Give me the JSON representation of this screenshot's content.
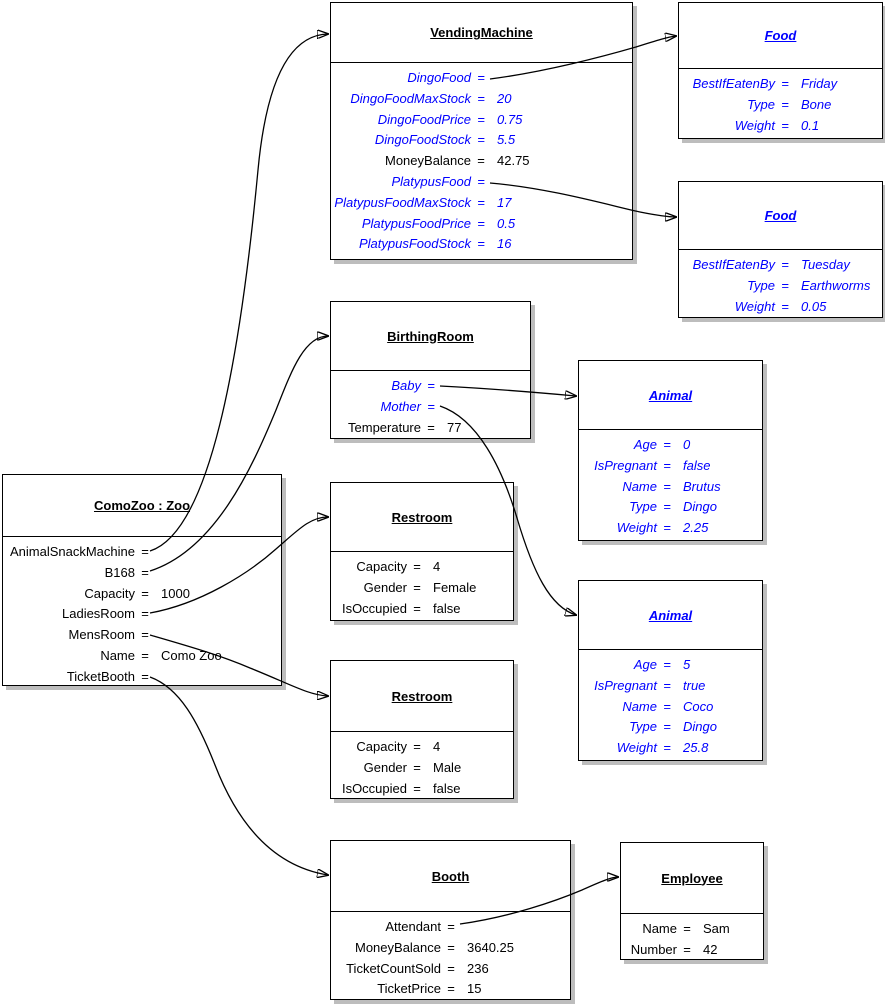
{
  "meta": {
    "equals": "="
  },
  "colors": {
    "plain_text": "#000000",
    "reference_text": "#0000ff",
    "box_background": "#ffffff",
    "box_border": "#000000",
    "box_shadow": "#bdbdbd",
    "connector": "#000000"
  },
  "objects": [
    {
      "id": "vending_machine",
      "title": "VendingMachine",
      "title_style": "plain",
      "fields": [
        {
          "name": "DingoFood",
          "value": "",
          "ref": true
        },
        {
          "name": "DingoFoodMaxStock",
          "value": "20",
          "ref": true
        },
        {
          "name": "DingoFoodPrice",
          "value": "0.75",
          "ref": true
        },
        {
          "name": "DingoFoodStock",
          "value": "5.5",
          "ref": true
        },
        {
          "name": "MoneyBalance",
          "value": "42.75",
          "ref": false
        },
        {
          "name": "PlatypusFood",
          "value": "",
          "ref": true
        },
        {
          "name": "PlatypusFoodMaxStock",
          "value": "17",
          "ref": true
        },
        {
          "name": "PlatypusFoodPrice",
          "value": "0.5",
          "ref": true
        },
        {
          "name": "PlatypusFoodStock",
          "value": "16",
          "ref": true
        }
      ]
    },
    {
      "id": "food_bone",
      "title": "Food",
      "title_style": "ref",
      "fields": [
        {
          "name": "BestIfEatenBy",
          "value": "Friday",
          "ref": true
        },
        {
          "name": "Type",
          "value": "Bone",
          "ref": true
        },
        {
          "name": "Weight",
          "value": "0.1",
          "ref": true
        }
      ]
    },
    {
      "id": "food_earthworms",
      "title": "Food",
      "title_style": "ref",
      "fields": [
        {
          "name": "BestIfEatenBy",
          "value": "Tuesday",
          "ref": true
        },
        {
          "name": "Type",
          "value": "Earthworms",
          "ref": true
        },
        {
          "name": "Weight",
          "value": "0.05",
          "ref": true
        }
      ]
    },
    {
      "id": "birthing_room",
      "title": "BirthingRoom",
      "title_style": "plain",
      "fields": [
        {
          "name": "Baby",
          "value": "",
          "ref": true
        },
        {
          "name": "Mother",
          "value": "",
          "ref": true
        },
        {
          "name": "Temperature",
          "value": "77",
          "ref": false
        }
      ]
    },
    {
      "id": "animal_brutus",
      "title": "Animal",
      "title_style": "ref",
      "fields": [
        {
          "name": "Age",
          "value": "0",
          "ref": true
        },
        {
          "name": "IsPregnant",
          "value": "false",
          "ref": true
        },
        {
          "name": "Name",
          "value": "Brutus",
          "ref": true
        },
        {
          "name": "Type",
          "value": "Dingo",
          "ref": true
        },
        {
          "name": "Weight",
          "value": "2.25",
          "ref": true
        }
      ]
    },
    {
      "id": "como_zoo",
      "title": "ComoZoo : Zoo",
      "title_style": "plain",
      "fields": [
        {
          "name": "AnimalSnackMachine",
          "value": "",
          "ref": false
        },
        {
          "name": "B168",
          "value": "",
          "ref": false
        },
        {
          "name": "Capacity",
          "value": "1000",
          "ref": false
        },
        {
          "name": "LadiesRoom",
          "value": "",
          "ref": false
        },
        {
          "name": "MensRoom",
          "value": "",
          "ref": false
        },
        {
          "name": "Name",
          "value": "Como Zoo",
          "ref": false
        },
        {
          "name": "TicketBooth",
          "value": "",
          "ref": false
        }
      ]
    },
    {
      "id": "restroom_female",
      "title": "Restroom",
      "title_style": "plain",
      "fields": [
        {
          "name": "Capacity",
          "value": "4",
          "ref": false
        },
        {
          "name": "Gender",
          "value": "Female",
          "ref": false
        },
        {
          "name": "IsOccupied",
          "value": "false",
          "ref": false
        }
      ]
    },
    {
      "id": "animal_coco",
      "title": "Animal",
      "title_style": "ref",
      "fields": [
        {
          "name": "Age",
          "value": "5",
          "ref": true
        },
        {
          "name": "IsPregnant",
          "value": "true",
          "ref": true
        },
        {
          "name": "Name",
          "value": "Coco",
          "ref": true
        },
        {
          "name": "Type",
          "value": "Dingo",
          "ref": true
        },
        {
          "name": "Weight",
          "value": "25.8",
          "ref": true
        }
      ]
    },
    {
      "id": "restroom_male",
      "title": "Restroom",
      "title_style": "plain",
      "fields": [
        {
          "name": "Capacity",
          "value": "4",
          "ref": false
        },
        {
          "name": "Gender",
          "value": "Male",
          "ref": false
        },
        {
          "name": "IsOccupied",
          "value": "false",
          "ref": false
        }
      ]
    },
    {
      "id": "booth",
      "title": "Booth",
      "title_style": "plain",
      "fields": [
        {
          "name": "Attendant",
          "value": "",
          "ref": false
        },
        {
          "name": "MoneyBalance",
          "value": "3640.25",
          "ref": false
        },
        {
          "name": "TicketCountSold",
          "value": "236",
          "ref": false
        },
        {
          "name": "TicketPrice",
          "value": "15",
          "ref": false
        }
      ]
    },
    {
      "id": "employee",
      "title": "Employee",
      "title_style": "plain",
      "fields": [
        {
          "name": "Name",
          "value": "Sam",
          "ref": false
        },
        {
          "name": "Number",
          "value": "42",
          "ref": false
        }
      ]
    }
  ],
  "connections": [
    {
      "from_object": "como_zoo",
      "from_field": "AnimalSnackMachine",
      "to_object": "vending_machine"
    },
    {
      "from_object": "como_zoo",
      "from_field": "B168",
      "to_object": "birthing_room"
    },
    {
      "from_object": "como_zoo",
      "from_field": "LadiesRoom",
      "to_object": "restroom_female"
    },
    {
      "from_object": "como_zoo",
      "from_field": "MensRoom",
      "to_object": "restroom_male"
    },
    {
      "from_object": "como_zoo",
      "from_field": "TicketBooth",
      "to_object": "booth"
    },
    {
      "from_object": "vending_machine",
      "from_field": "DingoFood",
      "to_object": "food_bone"
    },
    {
      "from_object": "vending_machine",
      "from_field": "PlatypusFood",
      "to_object": "food_earthworms"
    },
    {
      "from_object": "birthing_room",
      "from_field": "Baby",
      "to_object": "animal_brutus"
    },
    {
      "from_object": "birthing_room",
      "from_field": "Mother",
      "to_object": "animal_coco"
    },
    {
      "from_object": "booth",
      "from_field": "Attendant",
      "to_object": "employee"
    }
  ]
}
